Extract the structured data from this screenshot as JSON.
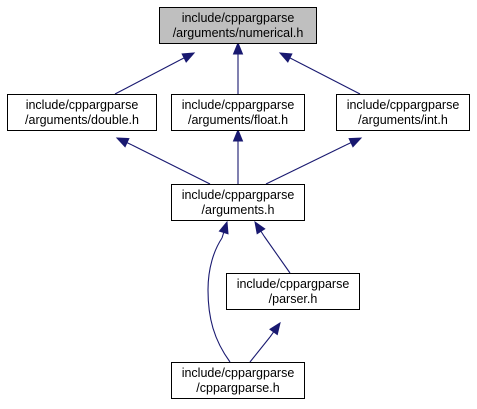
{
  "colors": {
    "highlight_fill": "#bfbfbf",
    "node_fill": "#ffffff",
    "node_stroke": "#000000",
    "edge": "#191970"
  },
  "nodes": [
    {
      "id": "numerical",
      "line1": "include/cppargparse",
      "line2": "/arguments/numerical.h",
      "highlight": true
    },
    {
      "id": "double",
      "line1": "include/cppargparse",
      "line2": "/arguments/double.h",
      "highlight": false
    },
    {
      "id": "float",
      "line1": "include/cppargparse",
      "line2": "/arguments/float.h",
      "highlight": false
    },
    {
      "id": "int",
      "line1": "include/cppargparse",
      "line2": "/arguments/int.h",
      "highlight": false
    },
    {
      "id": "arguments",
      "line1": "include/cppargparse",
      "line2": "/arguments.h",
      "highlight": false
    },
    {
      "id": "parser",
      "line1": "include/cppargparse",
      "line2": "/parser.h",
      "highlight": false
    },
    {
      "id": "cppargparse",
      "line1": "include/cppargparse",
      "line2": "/cppargparse.h",
      "highlight": false
    }
  ],
  "edges": [
    {
      "from": "double",
      "to": "numerical"
    },
    {
      "from": "float",
      "to": "numerical"
    },
    {
      "from": "int",
      "to": "numerical"
    },
    {
      "from": "arguments",
      "to": "double"
    },
    {
      "from": "arguments",
      "to": "float"
    },
    {
      "from": "arguments",
      "to": "int"
    },
    {
      "from": "parser",
      "to": "arguments"
    },
    {
      "from": "cppargparse",
      "to": "arguments"
    },
    {
      "from": "cppargparse",
      "to": "parser"
    }
  ]
}
